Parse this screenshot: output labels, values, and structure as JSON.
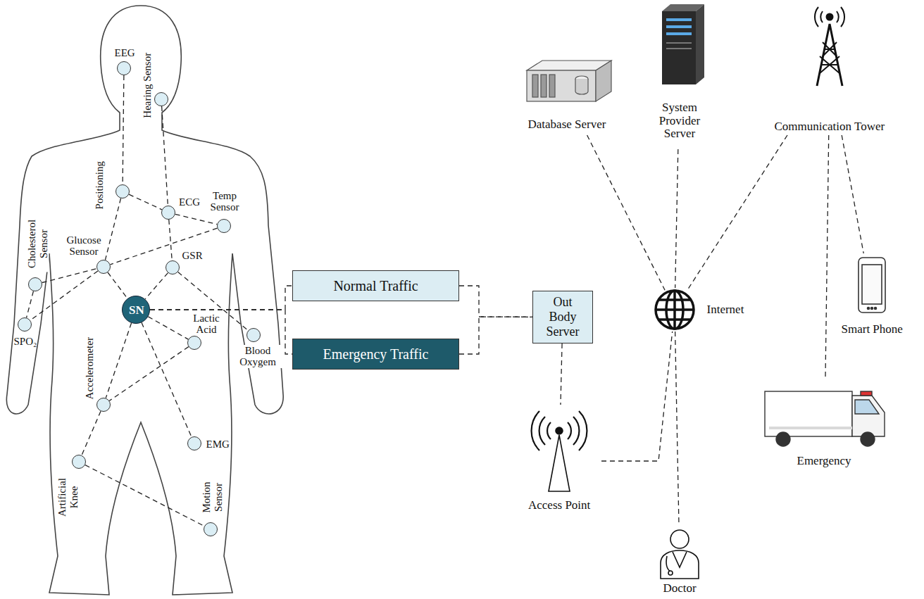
{
  "diagram": {
    "nodes": [
      {
        "text": [
          "EEG"
        ]
      },
      {
        "text": [
          "Hearing Sensor"
        ]
      },
      {
        "text": [
          "Positioning"
        ]
      },
      {
        "text": [
          "ECG"
        ]
      },
      {
        "text": [
          "Temp Sensor"
        ]
      },
      {
        "text": [
          "Cholesterol Sensor"
        ]
      },
      {
        "text": [
          "Glucose Sensor"
        ]
      },
      {
        "text": [
          "GSR"
        ]
      },
      {
        "text": [
          "SN"
        ]
      },
      {
        "text": [
          "Lactic Acid"
        ]
      },
      {
        "text": [
          "Blood Oxygem"
        ]
      },
      {
        "text": [
          "SPO₂"
        ]
      },
      {
        "text": [
          "Accelerometer"
        ]
      },
      {
        "text": [
          "EMG"
        ]
      },
      {
        "text": [
          "Artificial Knee"
        ]
      },
      {
        "text": [
          "Motion Sensor"
        ]
      },
      {
        "text": [
          "Normal Traffic"
        ]
      },
      {
        "text": [
          "Emergency Traffic"
        ]
      },
      {
        "text": [
          "Out Body Server"
        ]
      },
      {
        "text": [
          "Database Server"
        ]
      },
      {
        "text": [
          "System Provider Server"
        ]
      },
      {
        "text": [
          "Communication Tower"
        ]
      },
      {
        "text": [
          "Internet"
        ]
      },
      {
        "text": [
          "Smart Phone"
        ]
      },
      {
        "text": [
          "Access Point"
        ]
      },
      {
        "text": [
          "Doctor"
        ]
      },
      {
        "text": [
          "Emergency"
        ]
      }
    ],
    "edges": [
      {
        "from": 0,
        "to": 2,
        "arrow": "none"
      },
      {
        "from": 1,
        "to": 3,
        "arrow": "none"
      },
      {
        "from": 2,
        "to": 3,
        "arrow": "none"
      },
      {
        "from": 2,
        "to": 6,
        "arrow": "none"
      },
      {
        "from": 3,
        "to": 4,
        "arrow": "none"
      },
      {
        "from": 3,
        "to": 7,
        "arrow": "none"
      },
      {
        "from": 4,
        "to": 6,
        "arrow": "none"
      },
      {
        "from": 5,
        "to": 6,
        "arrow": "none"
      },
      {
        "from": 5,
        "to": 11,
        "arrow": "none"
      },
      {
        "from": 6,
        "to": 11,
        "arrow": "none"
      },
      {
        "from": 6,
        "to": 8,
        "arrow": "none"
      },
      {
        "from": 7,
        "to": 8,
        "arrow": "none"
      },
      {
        "from": 7,
        "to": 10,
        "arrow": "none"
      },
      {
        "from": 8,
        "to": 9,
        "arrow": "none"
      },
      {
        "from": 8,
        "to": 12,
        "arrow": "none"
      },
      {
        "from": 8,
        "to": 13,
        "arrow": "none"
      },
      {
        "from": 9,
        "to": 12,
        "arrow": "none"
      },
      {
        "from": 12,
        "to": 14,
        "arrow": "none"
      },
      {
        "from": 14,
        "to": 15,
        "arrow": "none"
      },
      {
        "from": 8,
        "to": 16,
        "arrow": "none"
      },
      {
        "from": 8,
        "to": 17,
        "arrow": "none"
      },
      {
        "from": 16,
        "to": 18,
        "arrow": "none"
      },
      {
        "from": 17,
        "to": 18,
        "arrow": "none"
      },
      {
        "from": 18,
        "to": 24,
        "arrow": "none"
      },
      {
        "from": 24,
        "to": 22,
        "arrow": "none"
      },
      {
        "from": 19,
        "to": 22,
        "arrow": "none"
      },
      {
        "from": 20,
        "to": 22,
        "arrow": "none"
      },
      {
        "from": 21,
        "to": 22,
        "arrow": "none"
      },
      {
        "from": 21,
        "to": 23,
        "arrow": "none"
      },
      {
        "from": 21,
        "to": 26,
        "arrow": "none"
      },
      {
        "from": 22,
        "to": 25,
        "arrow": "none"
      }
    ]
  }
}
